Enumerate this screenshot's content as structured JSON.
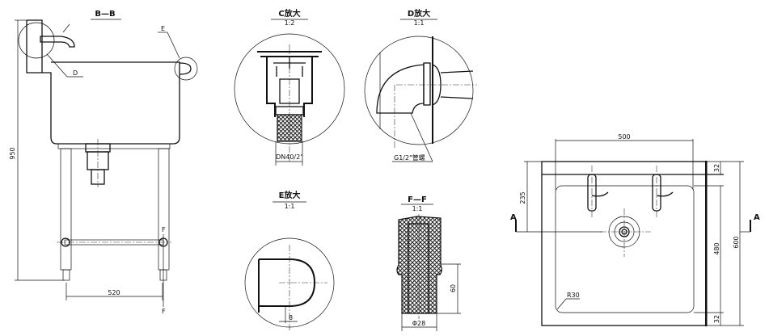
{
  "views": {
    "section_bb": {
      "title": "B—B",
      "dim_height": "950",
      "dim_leg_span": "520",
      "callout_d": "D",
      "callout_e": "E",
      "mark_f": "F"
    },
    "detail_c": {
      "title": "C放大",
      "scale": "1:2",
      "dim_outlet": "DN40/2\""
    },
    "detail_d": {
      "title": "D放大",
      "scale": "1:1",
      "note": "G1/2\"管螺"
    },
    "detail_e": {
      "title": "E放大",
      "scale": "1:1",
      "dim": "8"
    },
    "section_ff": {
      "title": "F—F",
      "scale": "1:1",
      "dim_height": "60",
      "dim_diameter": "Φ28"
    },
    "plan": {
      "dim_width": "500",
      "dim_faucet": "235",
      "dim_top": "32",
      "dim_basin_depth": "480",
      "dim_total_depth": "600",
      "dim_bottom": "32",
      "corner_radius": "R30",
      "section_mark_left": "A",
      "section_mark_right": "A"
    }
  }
}
